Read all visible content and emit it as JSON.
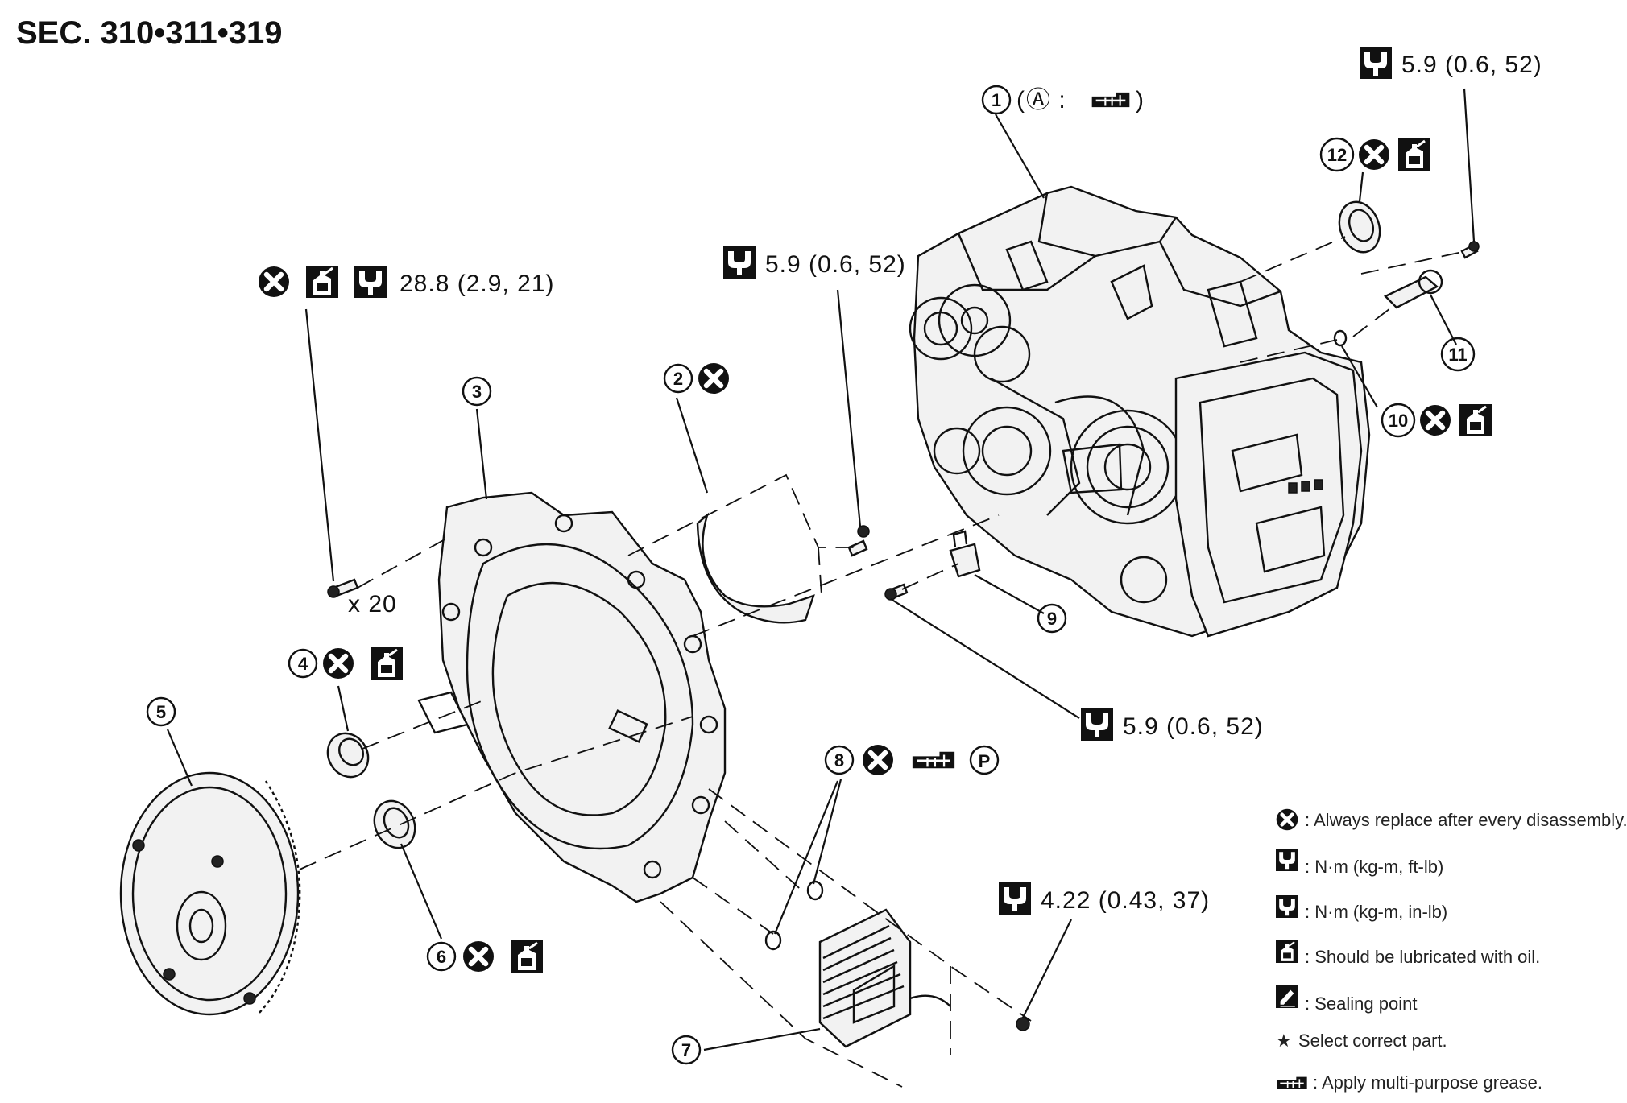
{
  "title": "SEC. 310•311•319",
  "parts": [
    {
      "num": "1",
      "text": "Ⓐ :"
    },
    {
      "num": "2"
    },
    {
      "num": "3"
    },
    {
      "num": "4"
    },
    {
      "num": "5"
    },
    {
      "num": "6"
    },
    {
      "num": "7"
    },
    {
      "num": "8"
    },
    {
      "num": "9"
    },
    {
      "num": "10"
    },
    {
      "num": "11"
    },
    {
      "num": "12"
    }
  ],
  "torques": {
    "housing_bolts": "28.8 (2.9, 21)",
    "bolts_qty": "x 20",
    "bracket_bolt": "5.9 (0.6, 52)",
    "top_right_bolt": "5.9 (0.6, 52)",
    "sensor_bolt": "5.9 (0.6, 52)",
    "cooler_bolt": "4.22 (0.43, 37)"
  },
  "legend": [
    {
      "icon": "replace-icon",
      "text": ": Always replace after every disassembly."
    },
    {
      "icon": "torque-ftlb-icon",
      "text": ": N·m (kg-m, ft-lb)"
    },
    {
      "icon": "torque-inlb-icon",
      "text": ": N·m (kg-m, in-lb)"
    },
    {
      "icon": "oil-icon",
      "text": ": Should be lubricated with oil."
    },
    {
      "icon": "sealing-icon",
      "text": ": Sealing point"
    },
    {
      "icon": "star-icon",
      "text": "Select correct part."
    },
    {
      "icon": "grease-icon",
      "text": ": Apply multi-purpose grease."
    }
  ],
  "symbols": {
    "p_mark": "P",
    "star": "★"
  }
}
